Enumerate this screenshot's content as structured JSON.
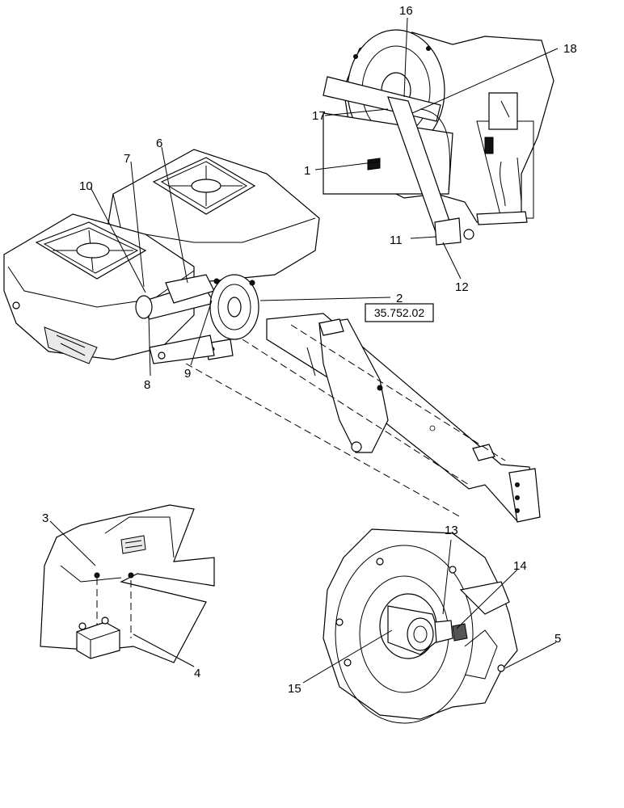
{
  "callouts": [
    {
      "id": "1",
      "label": "1"
    },
    {
      "id": "2",
      "label": "2"
    },
    {
      "id": "3",
      "label": "3"
    },
    {
      "id": "4",
      "label": "4"
    },
    {
      "id": "5",
      "label": "5"
    },
    {
      "id": "6",
      "label": "6"
    },
    {
      "id": "7",
      "label": "7"
    },
    {
      "id": "8",
      "label": "8"
    },
    {
      "id": "9",
      "label": "9"
    },
    {
      "id": "10",
      "label": "10"
    },
    {
      "id": "11",
      "label": "11"
    },
    {
      "id": "12",
      "label": "12"
    },
    {
      "id": "13",
      "label": "13"
    },
    {
      "id": "14",
      "label": "14"
    },
    {
      "id": "15",
      "label": "15"
    },
    {
      "id": "16",
      "label": "16"
    },
    {
      "id": "17",
      "label": "17"
    },
    {
      "id": "18",
      "label": "18"
    }
  ],
  "reference": {
    "label": "35.752.02"
  }
}
